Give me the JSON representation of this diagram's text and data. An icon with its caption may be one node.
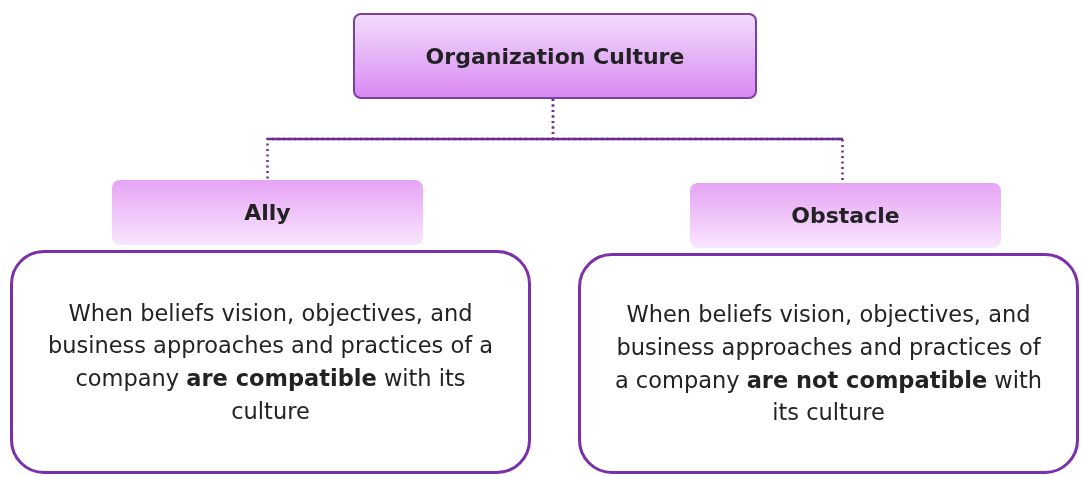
{
  "diagram": {
    "nodes": [
      {
        "text": [
          "Organization Culture"
        ]
      },
      {
        "text": [
          "Ally"
        ]
      },
      {
        "text": [
          "Obstacle"
        ]
      },
      {
        "text": [
          "When beliefs vision, objectives, and business approaches and practices of a company **are compatible** with its culture"
        ]
      },
      {
        "text": [
          "When beliefs vision, objectives, and business approaches and practices of a company **are not compatible** with its culture"
        ]
      }
    ],
    "edges": [
      {
        "from": 0,
        "to": 1,
        "arrow": "none",
        "style": "dashed"
      },
      {
        "from": 0,
        "to": 2,
        "arrow": "none",
        "style": "dashed"
      }
    ]
  }
}
